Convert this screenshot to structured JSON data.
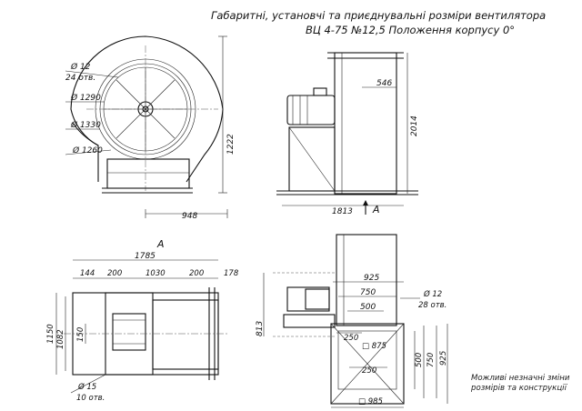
{
  "title": {
    "line1": "Габаритні, установчі та приєднувальні розміри вентилятора",
    "line2": "ВЦ 4-75  №12,5  Положення корпусу 0°"
  },
  "note": {
    "line1": "Можливі незначні зміни",
    "line2": "розмірів та конструкції"
  },
  "view_labels": {
    "arrow": "A",
    "section": "A"
  },
  "front_view": {
    "holes": "Ø 12",
    "holes_count": "24 отв.",
    "d1": "Ø 1290",
    "d2": "Ø 1330",
    "d3": "Ø 1260",
    "height": "1222",
    "width": "948"
  },
  "side_view": {
    "outlet": "546",
    "height": "2014",
    "width": "1813"
  },
  "top_view": {
    "overall": "1785",
    "d144": "144",
    "d200a": "200",
    "d1030": "1030",
    "d200b": "200",
    "d178": "178",
    "d1150": "1150",
    "d1082": "1082",
    "d150": "150",
    "d15": "Ø 15",
    "holes": "10 отв."
  },
  "outlet_view": {
    "d925": "925",
    "d750": "750",
    "d500": "500",
    "d813": "813",
    "d12": "Ø 12",
    "holes": "28 отв.",
    "d875": "□ 875",
    "d250a": "250",
    "d500v": "500",
    "d750v": "750",
    "d250b": "250",
    "d985": "□ 985",
    "d925v": "925"
  }
}
